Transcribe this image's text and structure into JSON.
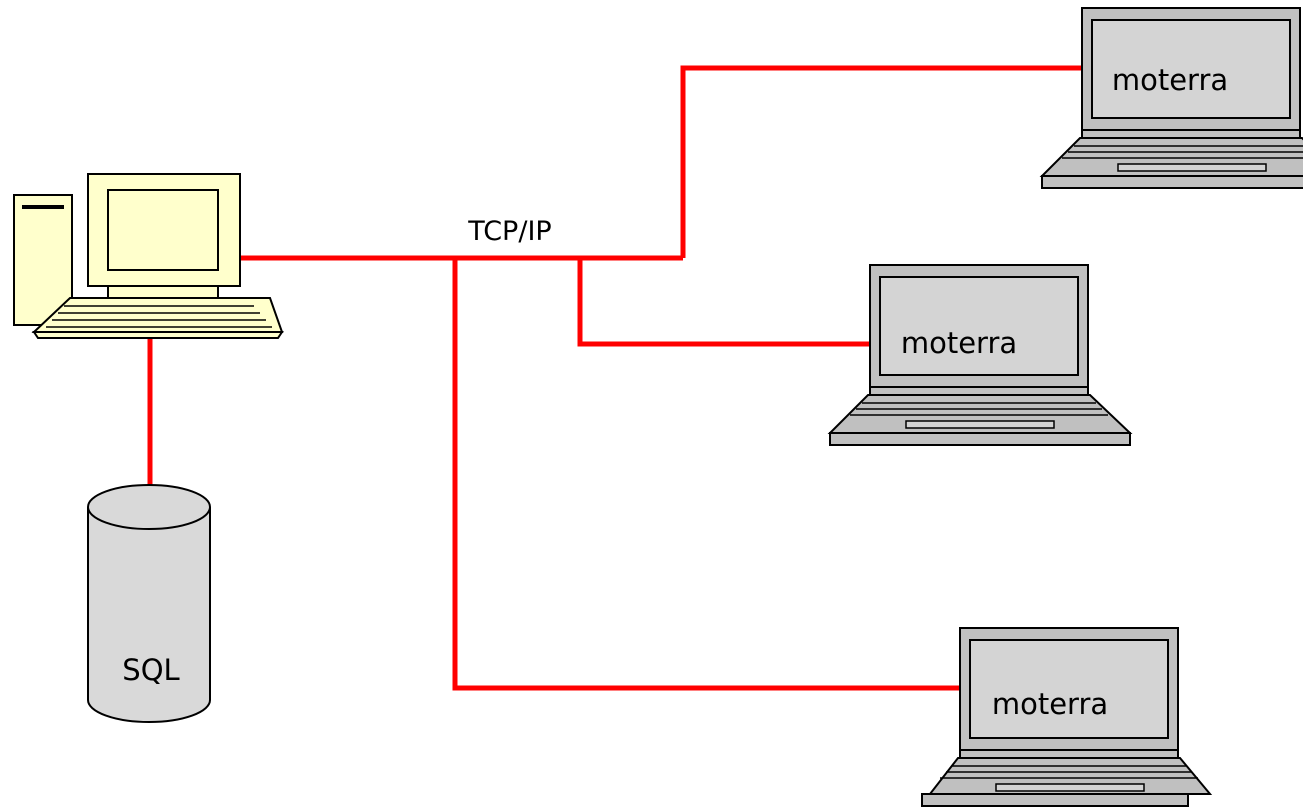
{
  "network_label": "TCP/IP",
  "database_label": "SQL",
  "laptops": [
    {
      "label": "moterra"
    },
    {
      "label": "moterra"
    },
    {
      "label": "moterra"
    }
  ],
  "colors": {
    "connection": "#ff0000",
    "desktop_fill": "#ffffcc",
    "laptop_fill": "#c0c0c0",
    "laptop_screen": "#d4d4d4",
    "database_fill": "#d9d9d9",
    "outline": "#000000"
  }
}
